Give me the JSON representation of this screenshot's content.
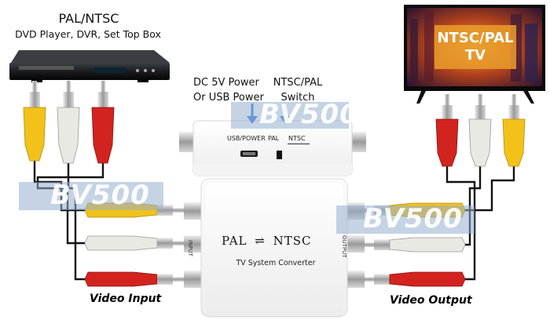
{
  "source_device": {
    "title": "PAL/NTSC",
    "subtitle": "DVD Player, DVR, Set Top Box"
  },
  "callouts": {
    "power": [
      "DC 5V Power",
      "Or USB Power"
    ],
    "switch": [
      "NTSC/PAL",
      "Switch"
    ]
  },
  "tv": {
    "label_line1": "NTSC/PAL",
    "label_line2": "TV"
  },
  "converter": {
    "port_usb": "USB/POWER",
    "port_pal": "PAL",
    "port_ntsc": "NTSC",
    "brand_left": "PAL",
    "brand_right": "NTSC",
    "arrows": "⇌",
    "subtitle": "TV System Converter",
    "side_input": "INPUT",
    "side_output": "OUTPUT"
  },
  "labels": {
    "video_input": "Video Input",
    "video_output": "Video Output"
  },
  "watermark": "BV500",
  "colors": {
    "yellow": "#f2c21b",
    "white": "#e9e9e4",
    "red": "#d2231f",
    "arrow": "#2a7fd6",
    "tv_box": "#e79a2a",
    "cable": "#111111"
  }
}
